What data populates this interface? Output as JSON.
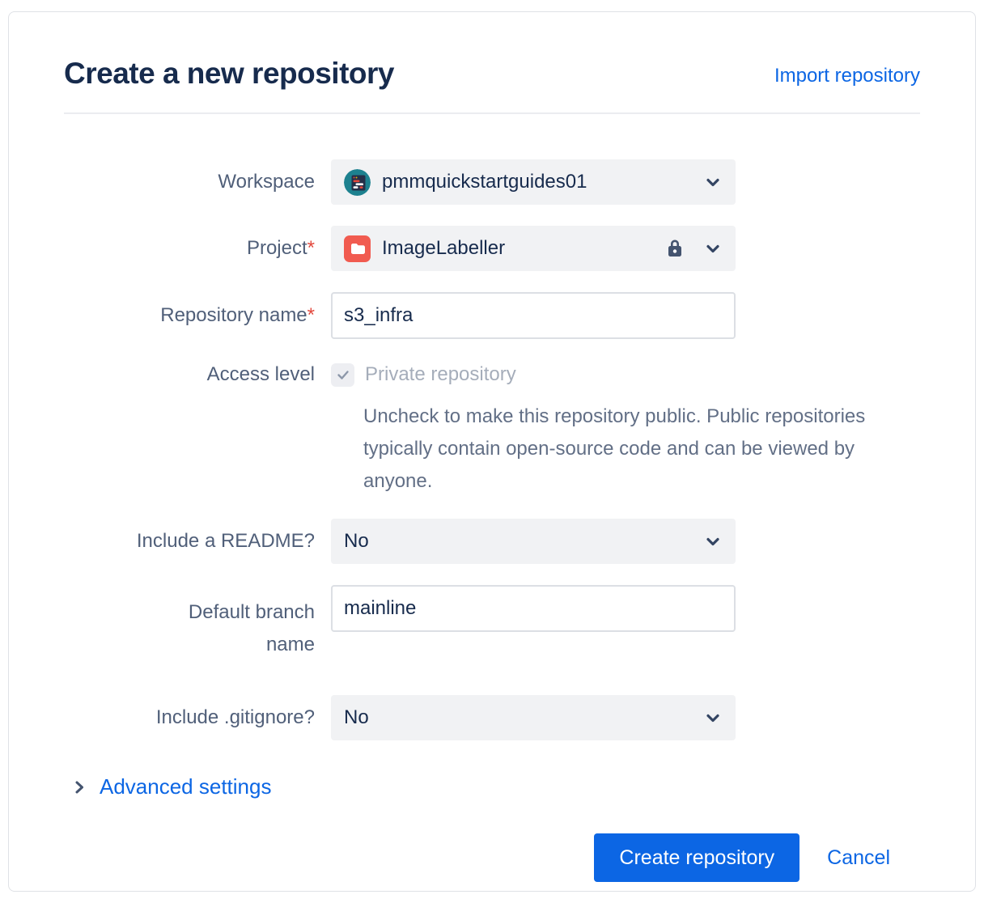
{
  "header": {
    "title": "Create a new repository",
    "import_link_label": "Import repository"
  },
  "form": {
    "workspace": {
      "label": "Workspace",
      "value": "pmmquickstartguides01",
      "avatar_icon": "workspace-avatar"
    },
    "project": {
      "label": "Project",
      "required_mark": "*",
      "value": "ImageLabeller",
      "icons": [
        "project-folder-icon",
        "lock-icon",
        "chevron-down-icon"
      ]
    },
    "repository_name": {
      "label": "Repository name",
      "required_mark": "*",
      "value": "s3_infra"
    },
    "access_level": {
      "label": "Access level",
      "checkbox_checked": true,
      "checkbox_label": "Private repository",
      "help_text": "Uncheck to make this repository public. Public repositories typically contain open-source code and can be viewed by anyone."
    },
    "include_readme": {
      "label": "Include a README?",
      "value": "No"
    },
    "default_branch": {
      "label": "Default branch name",
      "value": "mainline"
    },
    "include_gitignore": {
      "label": "Include .gitignore?",
      "value": "No"
    },
    "advanced_settings_label": "Advanced settings"
  },
  "actions": {
    "create_label": "Create repository",
    "cancel_label": "Cancel"
  },
  "colors": {
    "accent_blue": "#0C66E4",
    "title_text": "#172B4D",
    "label_text": "#505F79",
    "required_red": "#E2483D",
    "field_bg": "#F1F2F4",
    "input_border": "#DCDFE4",
    "disabled_text": "#A5ADBA",
    "help_text": "#626F86",
    "avatar_teal": "#1D818F",
    "project_icon_red": "#F15B50",
    "icon_slate": "#44546F"
  }
}
